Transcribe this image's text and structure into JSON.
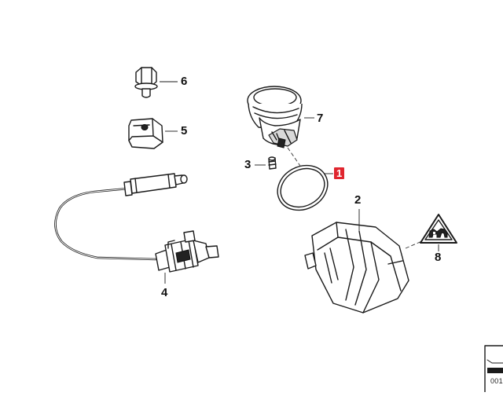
{
  "diagram": {
    "callouts": [
      {
        "id": "6",
        "label": "6",
        "highlight": false
      },
      {
        "id": "5",
        "label": "5",
        "highlight": false
      },
      {
        "id": "7",
        "label": "7",
        "highlight": false
      },
      {
        "id": "3",
        "label": "3",
        "highlight": false
      },
      {
        "id": "1",
        "label": "1",
        "highlight": true
      },
      {
        "id": "2",
        "label": "2",
        "highlight": false
      },
      {
        "id": "8",
        "label": "8",
        "highlight": false
      },
      {
        "id": "4",
        "label": "4",
        "highlight": false
      }
    ],
    "diagram_code": "001"
  },
  "colors": {
    "highlight": "#e0262f",
    "line": "#1a1a1a",
    "background": "#ffffff"
  },
  "icons": {
    "warning_symbol": "warning-triangle-icon",
    "corner_mark": "corner-logo-icon"
  }
}
